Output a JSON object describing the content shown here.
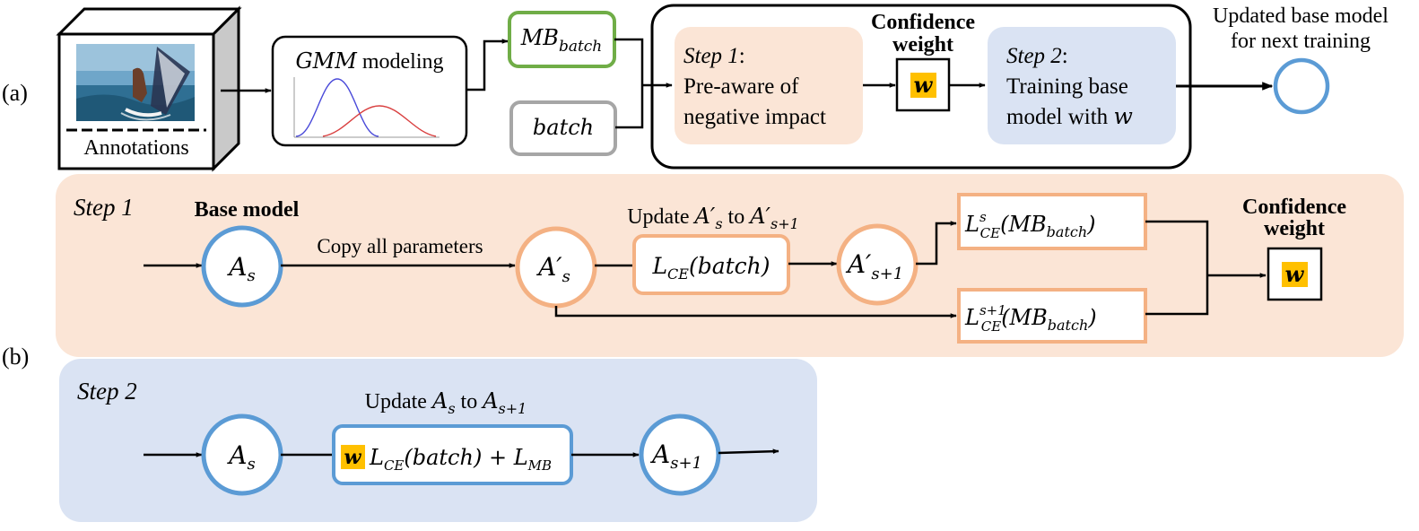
{
  "panel_a": {
    "label": "(a)",
    "dataset_caption": "Annotations",
    "gmm": {
      "word": "GMM",
      "rest": " modeling"
    },
    "mb_batch": {
      "main": "MB",
      "sub": "batch"
    },
    "batch": "batch",
    "step1_box": {
      "title": "Step 1",
      "colon": ":",
      "line1": "Pre-aware of",
      "line2": "negative impact"
    },
    "confidence": {
      "line1": "Confidence",
      "line2": "weight",
      "symbol": "w"
    },
    "step2_box": {
      "title": "Step 2",
      "colon": ":",
      "line1": "Training base",
      "line2": "model with ",
      "w": "w"
    },
    "updated": {
      "line1": "Updated base model",
      "line2": "for next training"
    }
  },
  "panel_b": {
    "label": "(b)",
    "step1": {
      "title": "Step 1",
      "base_model": "Base model",
      "a_s": {
        "main": "A",
        "sub": "s"
      },
      "copy": "Copy all parameters",
      "a_prime_s": {
        "main": "A′",
        "sub": "s"
      },
      "update_text": "Update ",
      "update_from": {
        "main": "A′",
        "sub": "s"
      },
      "update_to_word": " to ",
      "update_to": {
        "main": "A′",
        "sub": "s+1"
      },
      "lce_batch": {
        "main": "L",
        "sub": "CE",
        "arg": "(batch)"
      },
      "a_prime_s1": {
        "main": "A′",
        "sub": "s+1"
      },
      "loss_s": {
        "main": "L",
        "sup": "s",
        "sub": "CE",
        "arg": "(MB",
        "arg_sub": "batch",
        "close": ")"
      },
      "loss_s1": {
        "main": "L",
        "sup": "s+1",
        "sub": "CE",
        "arg": "(MB",
        "arg_sub": "batch",
        "close": ")"
      },
      "confidence": {
        "line1": "Confidence",
        "line2": "weight",
        "symbol": "w"
      }
    },
    "step2": {
      "title": "Step 2",
      "update_text": "Update ",
      "update_from": {
        "main": "A",
        "sub": "s"
      },
      "update_to_word": " to ",
      "update_to": {
        "main": "A",
        "sub": "s+1"
      },
      "a_s": {
        "main": "A",
        "sub": "s"
      },
      "w": "w",
      "formula": {
        "l": "L",
        "sub": "CE",
        "arg": "(batch) + ",
        "l2": "L",
        "sub2": "MB"
      },
      "a_s1": {
        "main": "A",
        "sub": "s+1"
      }
    }
  },
  "colors": {
    "blue": "#5b9bd5",
    "orange": "#f4b183",
    "green": "#70ad47",
    "gray": "#a6a6a6",
    "peach_bg": "#fbe5d6",
    "blue_bg": "#dae3f3",
    "w_fill": "#ffc000",
    "gmm_blue": "#4a4ad9",
    "gmm_red": "#d94040"
  }
}
